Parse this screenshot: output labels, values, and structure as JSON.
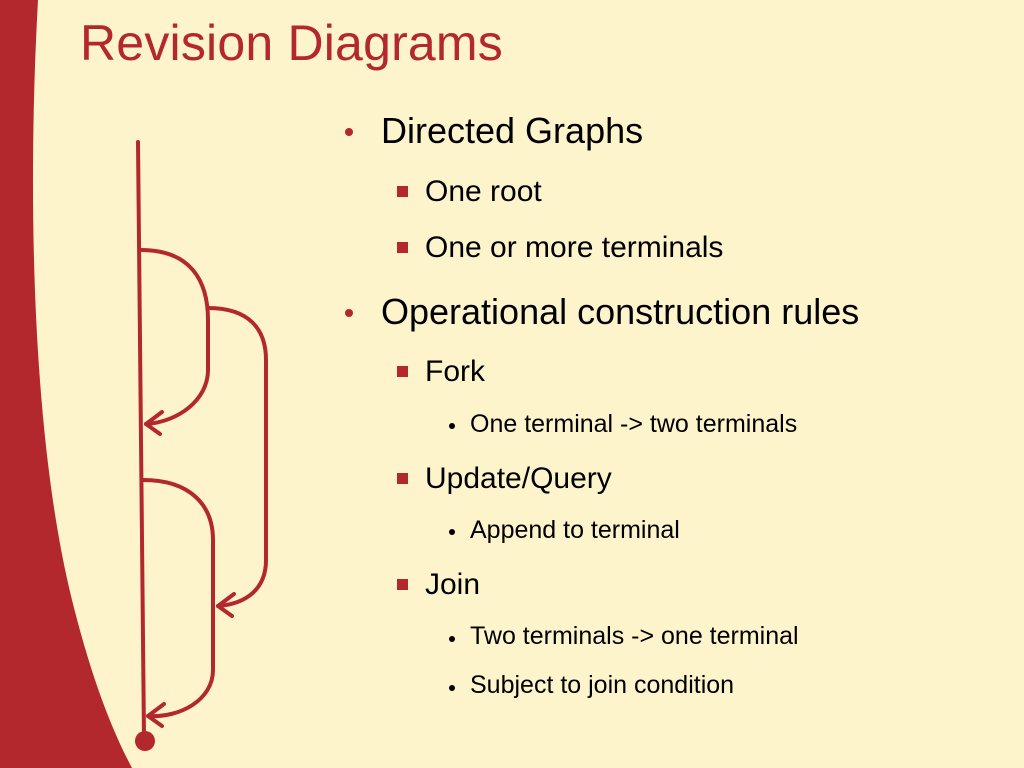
{
  "slide": {
    "title": "Revision Diagrams",
    "colors": {
      "background": "#fdf4cc",
      "accent": "#b3282c",
      "text": "#000000"
    }
  },
  "bullets": [
    {
      "level": 1,
      "text": "Directed Graphs"
    },
    {
      "level": 2,
      "text": "One root"
    },
    {
      "level": 2,
      "text": "One or more terminals"
    },
    {
      "level": 1,
      "text": "Operational construction rules"
    },
    {
      "level": 2,
      "text": "Fork"
    },
    {
      "level": 3,
      "text": "One terminal -> two terminals"
    },
    {
      "level": 2,
      "text": "Update/Query"
    },
    {
      "level": 3,
      "text": "Append to terminal"
    },
    {
      "level": 2,
      "text": "Join"
    },
    {
      "level": 3,
      "text": "Two terminals -> one terminal"
    },
    {
      "level": 3,
      "text": "Subject to join condition"
    }
  ]
}
